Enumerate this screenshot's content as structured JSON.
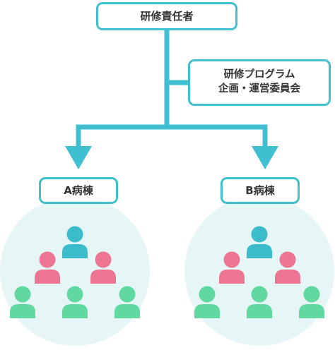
{
  "top": {
    "label": "研修責任者"
  },
  "committee": {
    "line1": "研修プログラム",
    "line2": "企画・運営委員会"
  },
  "wards": [
    {
      "label": "A病棟"
    },
    {
      "label": "B病棟"
    }
  ],
  "colors": {
    "accent": "#3fbfcf",
    "circle_bg": "#e6f5f6",
    "person_teal": "#3cbccb",
    "person_pink": "#ec7592",
    "person_green": "#5fd9a0"
  },
  "icons": {
    "person_rows": [
      {
        "role": "lead",
        "count": 1,
        "color": "teal"
      },
      {
        "role": "middle",
        "count": 2,
        "color": "pink"
      },
      {
        "role": "staff",
        "count": 3,
        "color": "green"
      }
    ]
  }
}
